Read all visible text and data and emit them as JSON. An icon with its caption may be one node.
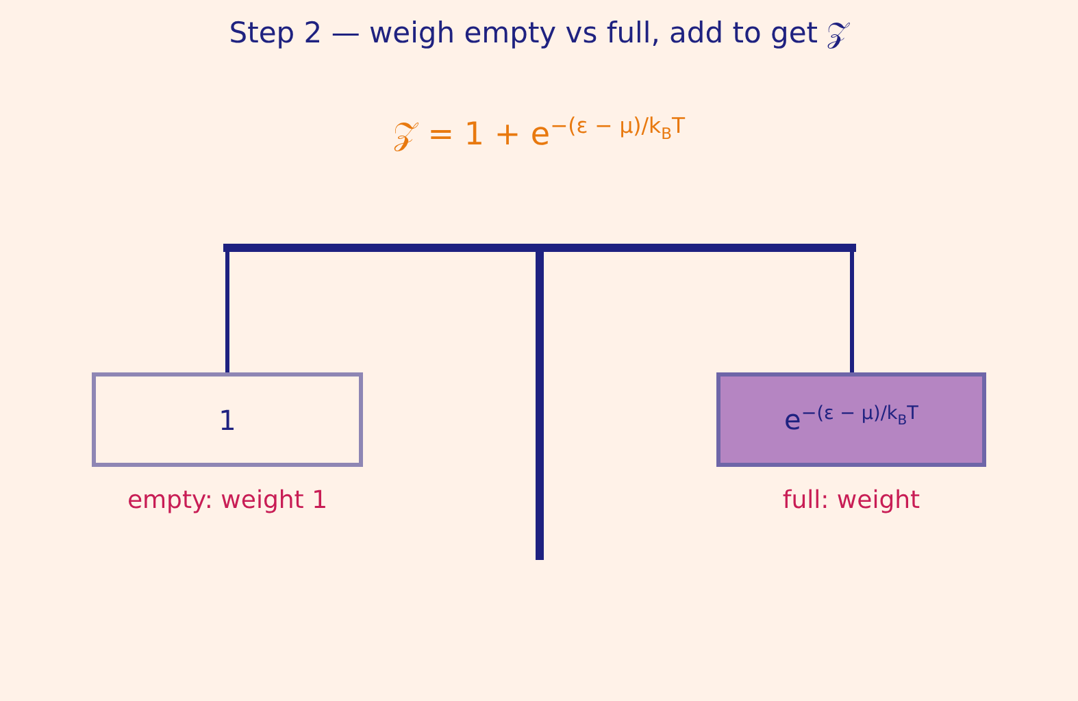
{
  "diagram": {
    "title": "Step 2 — weigh empty vs full, add to get 𝒵",
    "nodes": [
      {
        "text": [],
        "shape": "bar"
      },
      {
        "text": [
          "1"
        ],
        "beside": [
          "empty: weight 1"
        ]
      },
      {
        "text": [
          "e$^{−(ε − μ)/k}$$_{B}$$^{T}$"
        ],
        "beside": [
          "full: weight"
        ]
      }
    ],
    "edges": [
      {
        "from": 0,
        "to": 1,
        "arrow": "none"
      },
      {
        "from": 0,
        "to": 2,
        "arrow": "none"
      }
    ],
    "labels": [
      "𝒵 = 1 + e$^{−(ε − μ)/k}$$_{B}$$^{T}$"
    ]
  }
}
